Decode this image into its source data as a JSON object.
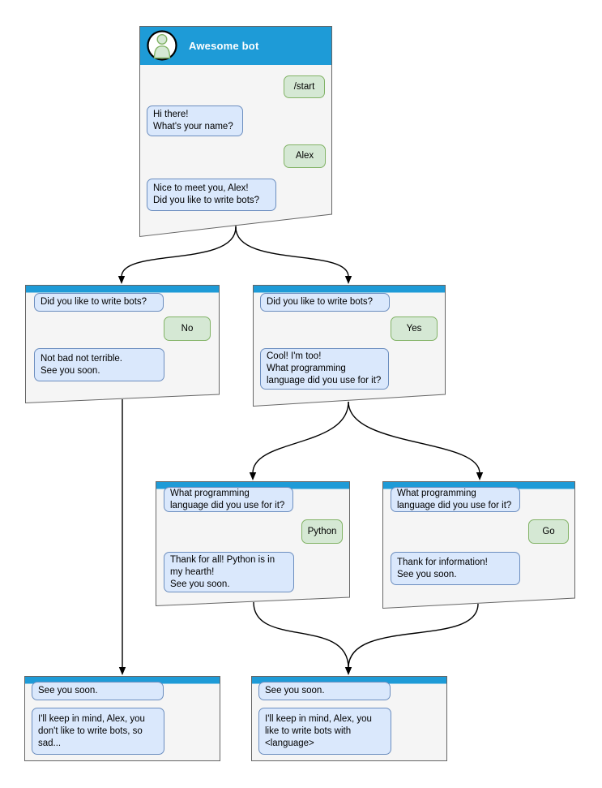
{
  "colors": {
    "header_blue": "#1e9bd7",
    "window_background": "#f5f5f5",
    "window_border": "#666666",
    "bot_bubble_fill": "#dae8fc",
    "bot_bubble_border": "#6c8ebf",
    "user_bubble_fill": "#d5e8d4",
    "user_bubble_border": "#82b366",
    "arrow_color": "#000000",
    "title_text": "#ffffff"
  },
  "windows": [
    {
      "name": "awesome-bot-main",
      "title": "Awesome bot",
      "avatar_icon": "person-icon",
      "messages": [
        {
          "from": "user",
          "text": "/start"
        },
        {
          "from": "bot",
          "text": "Hi there!\nWhat's your name?"
        },
        {
          "from": "user",
          "text": "Alex"
        },
        {
          "from": "bot",
          "text": "Nice to meet you, Alex!\nDid you like to write bots?"
        }
      ]
    },
    {
      "name": "branch-no",
      "messages": [
        {
          "from": "bot",
          "text": "Did you like to write bots?"
        },
        {
          "from": "user",
          "text": "No"
        },
        {
          "from": "bot",
          "text": "Not bad not terrible.\nSee you soon."
        }
      ]
    },
    {
      "name": "branch-yes",
      "messages": [
        {
          "from": "bot",
          "text": "Did you like to write bots?"
        },
        {
          "from": "user",
          "text": "Yes"
        },
        {
          "from": "bot",
          "text": "Cool! I'm too!\nWhat programming\nlanguage did you use for it?"
        }
      ]
    },
    {
      "name": "branch-python",
      "messages": [
        {
          "from": "bot",
          "text": "What programming\nlanguage did you use for it?"
        },
        {
          "from": "user",
          "text": "Python"
        },
        {
          "from": "bot",
          "text": "Thank for all! Python is in\nmy hearth!\nSee you soon."
        }
      ]
    },
    {
      "name": "branch-go",
      "messages": [
        {
          "from": "bot",
          "text": "What programming\nlanguage did you use for it?"
        },
        {
          "from": "user",
          "text": "Go"
        },
        {
          "from": "bot",
          "text": "Thank for information!\nSee you soon."
        }
      ]
    },
    {
      "name": "end-no",
      "messages": [
        {
          "from": "bot",
          "text": "See you soon."
        },
        {
          "from": "bot",
          "text": "I'll keep in mind, Alex, you\ndon't like to write bots, so\nsad..."
        }
      ]
    },
    {
      "name": "end-yes",
      "messages": [
        {
          "from": "bot",
          "text": "See you soon."
        },
        {
          "from": "bot",
          "text": "I'll keep in mind, Alex, you\nlike to write bots with\n<language>"
        }
      ]
    }
  ]
}
